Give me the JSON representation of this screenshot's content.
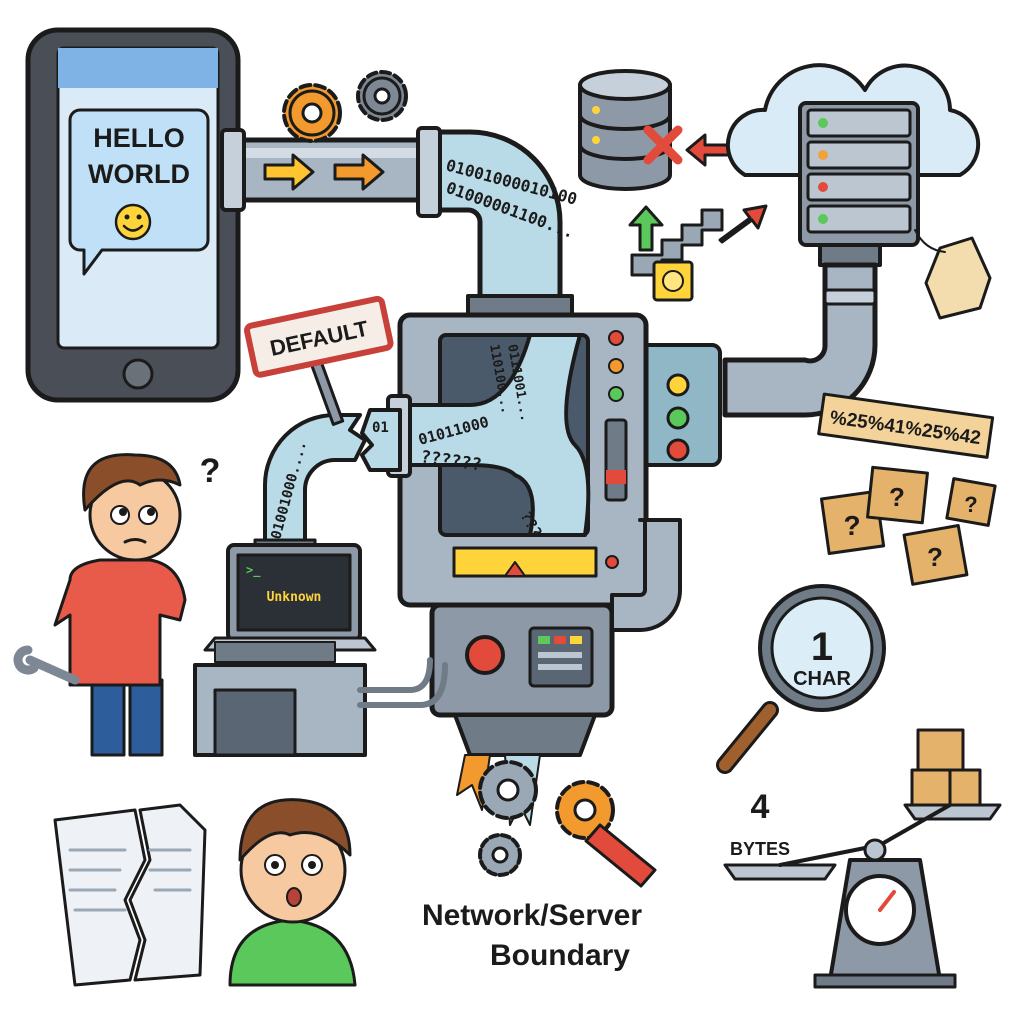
{
  "phone": {
    "message": "HELLO",
    "message2": "WORLD"
  },
  "pipe_top": {
    "binary_line1": "01001000010100",
    "binary_line2": "01000001100..."
  },
  "sign": {
    "label": "DEFAULT"
  },
  "broken_pipe": {
    "binary_left": "01001000....",
    "binary_fragment": "01"
  },
  "machine": {
    "binary_in": "01011000",
    "garbled": "??????",
    "garbled2": "???",
    "binary_up": "0111001...",
    "binary_up2": "110100..."
  },
  "terminal": {
    "prompt": ">_",
    "status": "Unknown"
  },
  "encoded_label": {
    "text": "%25%41%25%42"
  },
  "magnifier": {
    "number": "1",
    "unit": "CHAR"
  },
  "scale": {
    "number": "4",
    "unit": "BYTES"
  },
  "caption": {
    "line1": "Network/Server",
    "line2": "Boundary"
  },
  "question_marks": {
    "thinking": "?",
    "box": "?"
  },
  "colors": {
    "pipe": "#b9dbe8",
    "metal": "#9aa8b6",
    "outline": "#1b1b1b",
    "accent_orange": "#f29a2e",
    "accent_red": "#e24b3b",
    "box": "#e5b26b"
  }
}
